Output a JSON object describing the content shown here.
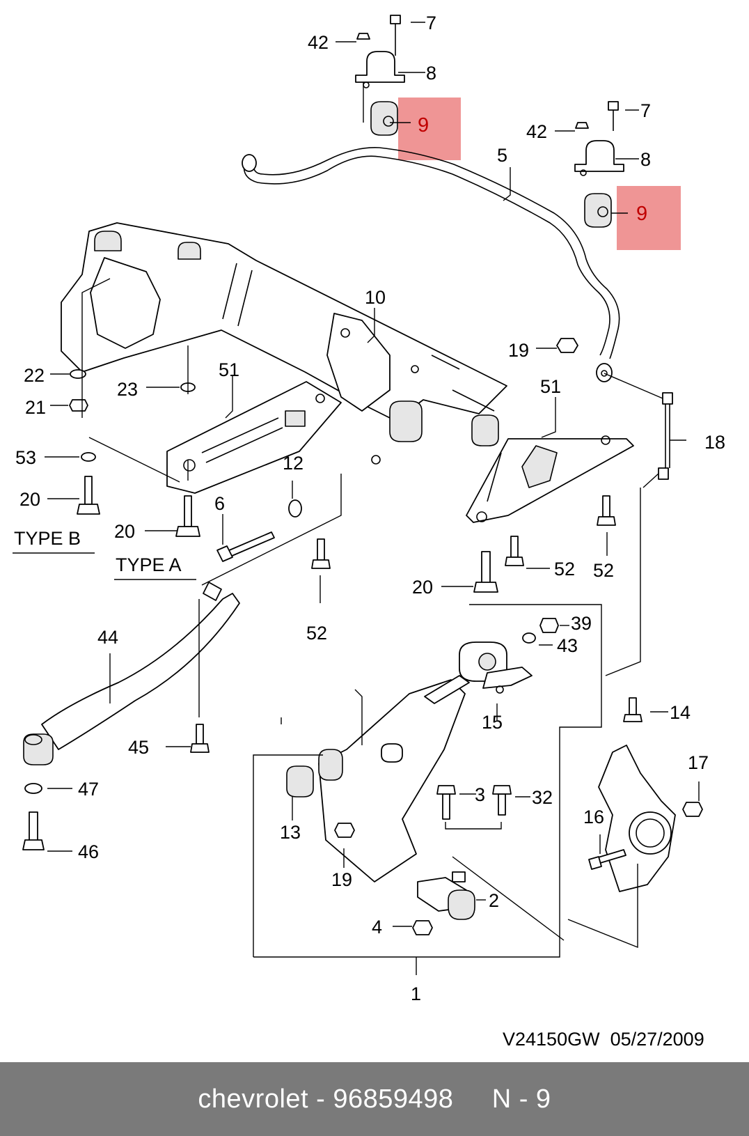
{
  "diagram": {
    "callouts": {
      "c7a": "7",
      "c42a": "42",
      "c8a": "8",
      "c9a": "9",
      "c7b": "7",
      "c42b": "42",
      "c8b": "8",
      "c9b": "9",
      "c5": "5",
      "c10": "10",
      "c19a": "19",
      "c51a": "51",
      "c51b": "51",
      "c18": "18",
      "c22": "22",
      "c21": "21",
      "c23": "23",
      "c53": "53",
      "c20a": "20",
      "c20b": "20",
      "c20c": "20",
      "c12": "12",
      "c6": "6",
      "c52a": "52",
      "c52b": "52",
      "c52c": "52",
      "c39": "39",
      "c43": "43",
      "c44": "44",
      "c15": "15",
      "c14": "14",
      "c45": "45",
      "c47": "47",
      "c46": "46",
      "c13": "13",
      "c3": "3",
      "c32": "32",
      "c17": "17",
      "c16": "16",
      "c19b": "19",
      "c2": "2",
      "c4": "4",
      "c1": "1"
    },
    "type_b": "TYPE B",
    "type_a": "TYPE A",
    "highlight_color": "#ee8f8f"
  },
  "drawing_code": "V24150GW  05/27/2009",
  "footer": "chevrolet - 96859498     N - 9"
}
